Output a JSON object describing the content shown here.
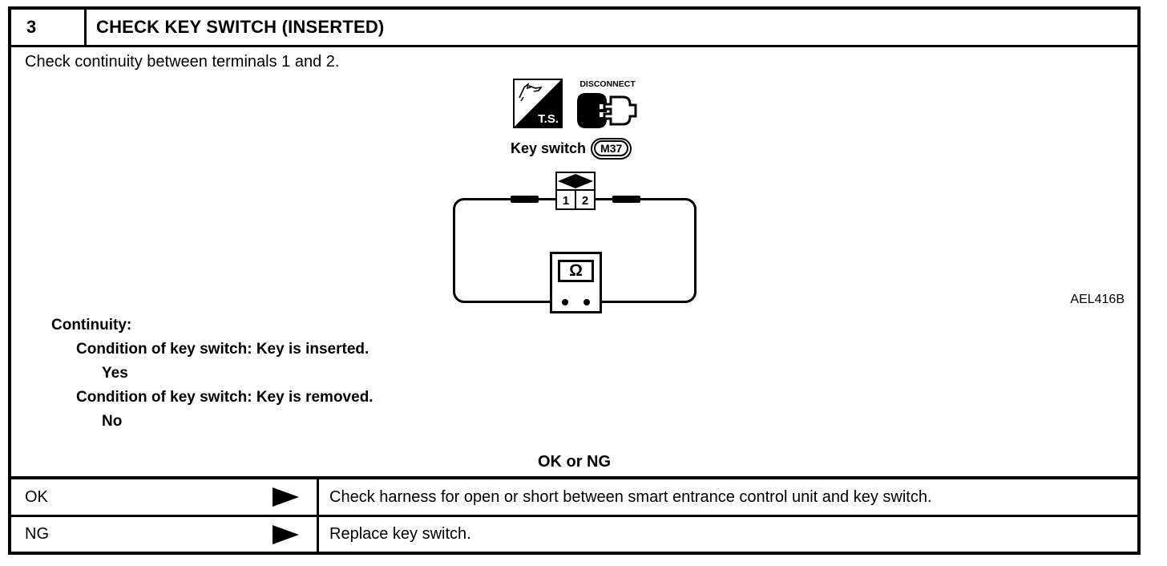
{
  "page": {
    "step_number": "3",
    "title": "CHECK KEY SWITCH (INSERTED)",
    "instruction": "Check continuity between terminals 1 and 2.",
    "figure_code": "AEL416B"
  },
  "diagram": {
    "ts_label": "T.S.",
    "disconnect_label": "DISCONNECT",
    "connector_label": "Key switch",
    "connector_code": "M37",
    "terminals": [
      "1",
      "2"
    ],
    "ohm_symbol": "Ω"
  },
  "continuity": {
    "heading": "Continuity:",
    "conditions": [
      {
        "condition": "Condition of key switch: Key is inserted.",
        "result": "Yes"
      },
      {
        "condition": "Condition of key switch: Key is removed.",
        "result": "No"
      }
    ]
  },
  "decision": {
    "prompt": "OK or NG",
    "rows": [
      {
        "result": "OK",
        "action": "Check harness for open or short between smart entrance control unit and key switch."
      },
      {
        "result": "NG",
        "action": "Replace key switch."
      }
    ]
  }
}
